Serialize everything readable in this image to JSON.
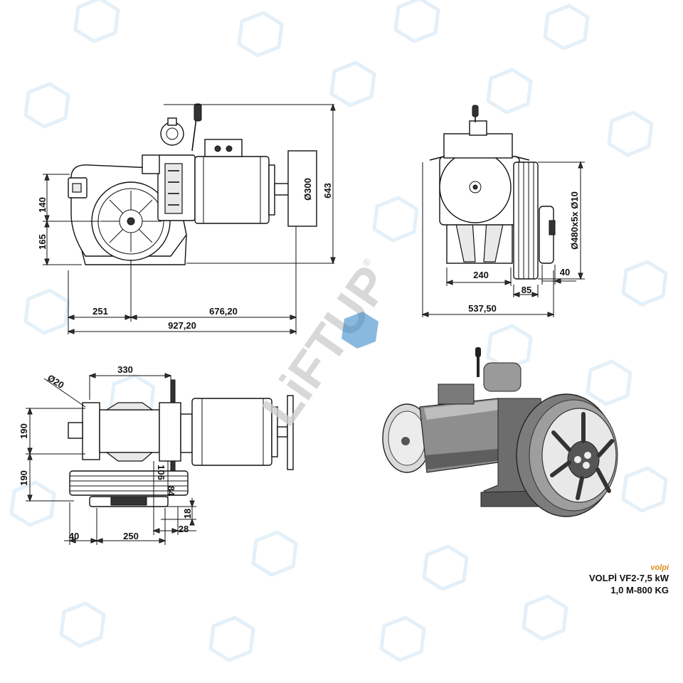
{
  "watermark": {
    "text": "LiFTUP",
    "registered": "®",
    "color": "#2a7fc4"
  },
  "front_view": {
    "dims": {
      "height": "643",
      "flange": "Ø300",
      "upper": "140",
      "lower": "165",
      "left_width": "251",
      "right_width": "676,20",
      "total_width": "927,20"
    }
  },
  "side_view": {
    "dims": {
      "pulley": "Ø480x5x Ø10",
      "base": "240",
      "offset": "40",
      "groove": "85",
      "total": "537,50"
    }
  },
  "top_view": {
    "dims": {
      "shaft": "Ø20",
      "length": "330",
      "upper": "190",
      "lower": "190",
      "center": "106",
      "small": "84",
      "offset18": "18",
      "offset28": "28",
      "left40": "40",
      "base250": "250"
    }
  },
  "caption": {
    "brand": "volpi",
    "model": "VOLPİ VF2-7,5 kW",
    "spec": "1,0 M-800 KG"
  }
}
